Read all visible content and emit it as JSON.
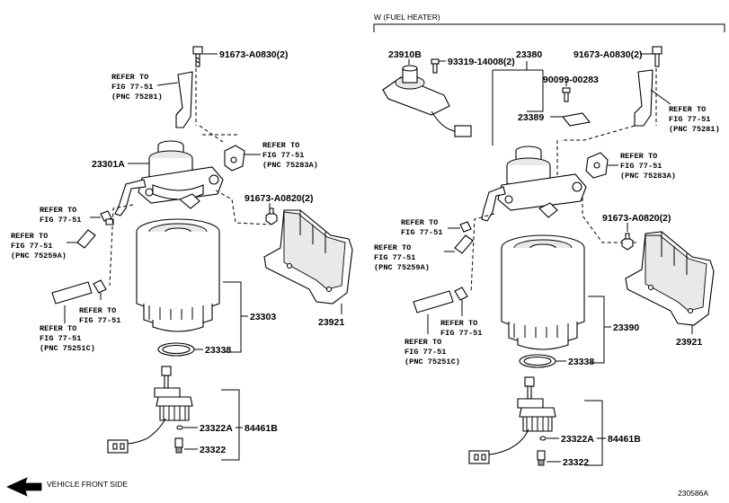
{
  "header": {
    "label": "W (FUEL HEATER)"
  },
  "footer": {
    "vehicle_front": "VEHICLE FRONT SIDE",
    "figure_code": "230586A"
  },
  "left": {
    "bolt_top": "91673-A0830(2)",
    "ref_75281": [
      "REFER TO",
      "FIG 77-51",
      "(PNC 75281)"
    ],
    "ref_75283a": [
      "REFER TO",
      "FIG 77-51",
      "(PNC 75283A)"
    ],
    "housing": "23301A",
    "bolt_mid": "91673-A0820(2)",
    "ref_clip": [
      "REFER TO",
      "FIG 77-51"
    ],
    "ref_75259a": [
      "REFER TO",
      "FIG 77-51",
      "(PNC 75259A)"
    ],
    "ref_clip2": [
      "REFER TO",
      "FIG 77-51"
    ],
    "ref_75251c": [
      "REFER TO",
      "FIG 77-51",
      "(PNC 75251C)"
    ],
    "filter": "23303",
    "shield": "23921",
    "gasket": "23338",
    "sensor_a": "23322A",
    "sensor_b": "84461B",
    "sensor": "23322"
  },
  "right": {
    "heater": "23910B",
    "screw": "93319-14008(2)",
    "assembly": "23380",
    "bolt_top": "91673-A0830(2)",
    "bolt_small": "90099-00283",
    "bracket": "23389",
    "ref_75281": [
      "REFER TO",
      "FIG 77-51",
      "(PNC 75281)"
    ],
    "ref_75283a": [
      "REFER TO",
      "FIG 77-51",
      "(PNC 75283A)"
    ],
    "bolt_mid": "91673-A0820(2)",
    "ref_clip": [
      "REFER TO",
      "FIG 77-51"
    ],
    "ref_75259a": [
      "REFER TO",
      "FIG 77-51",
      "(PNC 75259A)"
    ],
    "ref_clip2": [
      "REFER TO",
      "FIG 77-51"
    ],
    "ref_75251c": [
      "REFER TO",
      "FIG 77-51",
      "(PNC 75251C)"
    ],
    "filter": "23390",
    "shield": "23921",
    "gasket": "23338",
    "sensor_a": "23322A",
    "sensor_b": "84461B",
    "sensor": "23322"
  }
}
